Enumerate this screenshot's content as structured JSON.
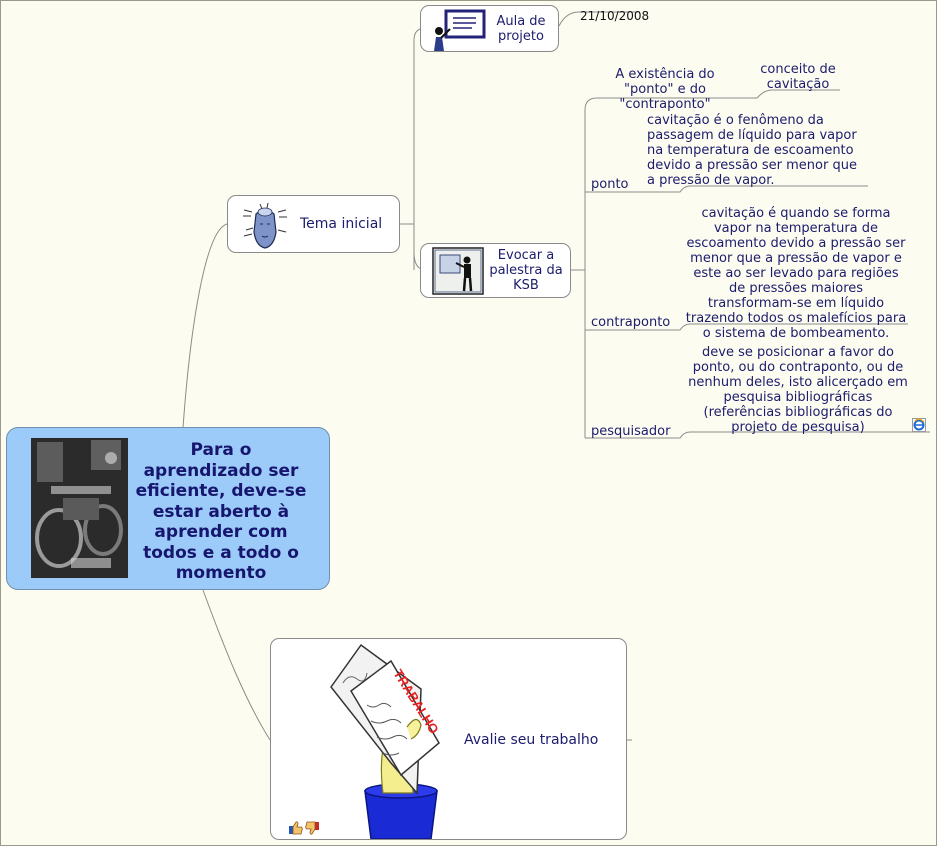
{
  "root": {
    "text": "Para o aprendizado ser eficiente, deve-se estar aberto à aprender com todos e a todo o momento"
  },
  "tema_inicial": {
    "label": "Tema inicial"
  },
  "aula": {
    "label": "Aula de projeto",
    "date": "21/10/2008"
  },
  "evocar": {
    "label": "Evocar a palestra da KSB"
  },
  "existencia": {
    "label": "A existência do \"ponto\" e do \"contraponto\"",
    "conceito": "conceito de cavitação"
  },
  "ponto": {
    "label": "ponto",
    "text": "cavitação é o fenômeno da passagem de líquido para vapor na temperatura de escoamento devido a pressão ser menor que a pressão de vapor."
  },
  "contraponto": {
    "label": "contraponto",
    "text": "cavitação é quando se forma vapor na temperatura de escoamento devido a pressão ser menor que a pressão de vapor e este ao ser levado para regiões de pressões maiores transformam-se em líquido trazendo todos os malefícios para o sistema de bombeamento."
  },
  "pesquisador": {
    "label": "pesquisador",
    "text": "deve se posicionar a favor do ponto, ou do contraponto, ou de nenhum deles, isto alicerçado em pesquisa bibliográficas (referências bibliográficas do projeto de pesquisa)"
  },
  "avalie": {
    "label": "Avalie seu trabalho",
    "paper_text": "TRABALHO"
  }
}
